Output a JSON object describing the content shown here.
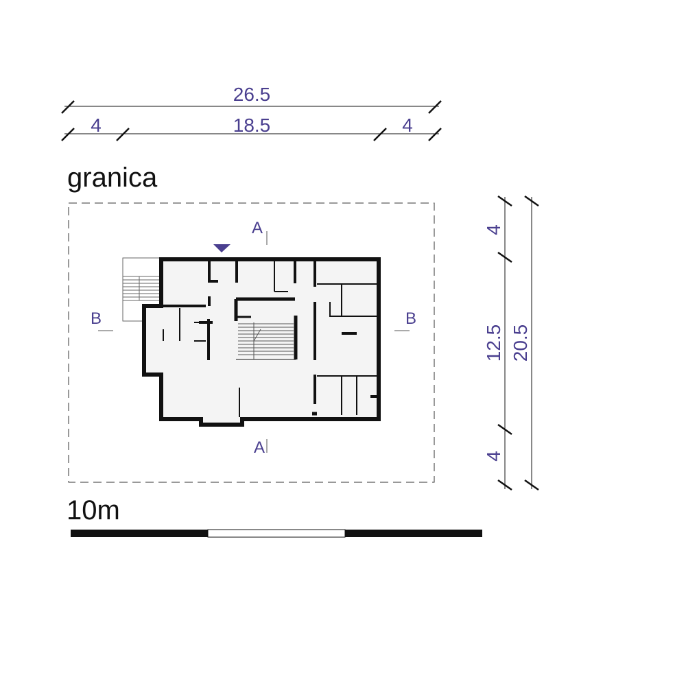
{
  "colors": {
    "dimension_text": "#4a3f8f",
    "entrance_marker": "#4a3f8f",
    "wall": "#111111",
    "floor": "#f4f4f4"
  },
  "plot_label": "granica",
  "scale_label": "10m",
  "dimensions": {
    "top_total": "26.5",
    "top_left_setback": "4",
    "top_building": "18.5",
    "top_right_setback": "4",
    "right_top_setback": "4",
    "right_building": "12.5",
    "right_bottom_setback": "4",
    "right_total": "20.5"
  },
  "sections": {
    "a_top": "A",
    "a_bottom": "A",
    "b_left": "B",
    "b_right": "B"
  },
  "icons": {
    "entrance": "entrance-triangle-icon"
  }
}
